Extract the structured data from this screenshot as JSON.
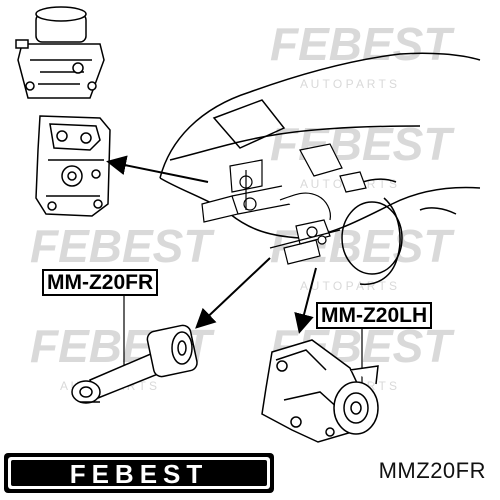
{
  "callouts": {
    "front_right": "MM-Z20FR",
    "left_hand": "MM-Z20LH"
  },
  "part_number": "MMZ20FR",
  "brand": {
    "logo_text": "FEBEST",
    "watermark_text": "FEBEST",
    "watermark_subtext": "A U T O   P A R T S"
  },
  "colors": {
    "ink": "#000000",
    "watermark": "#d9d9d9",
    "background": "#ffffff"
  }
}
